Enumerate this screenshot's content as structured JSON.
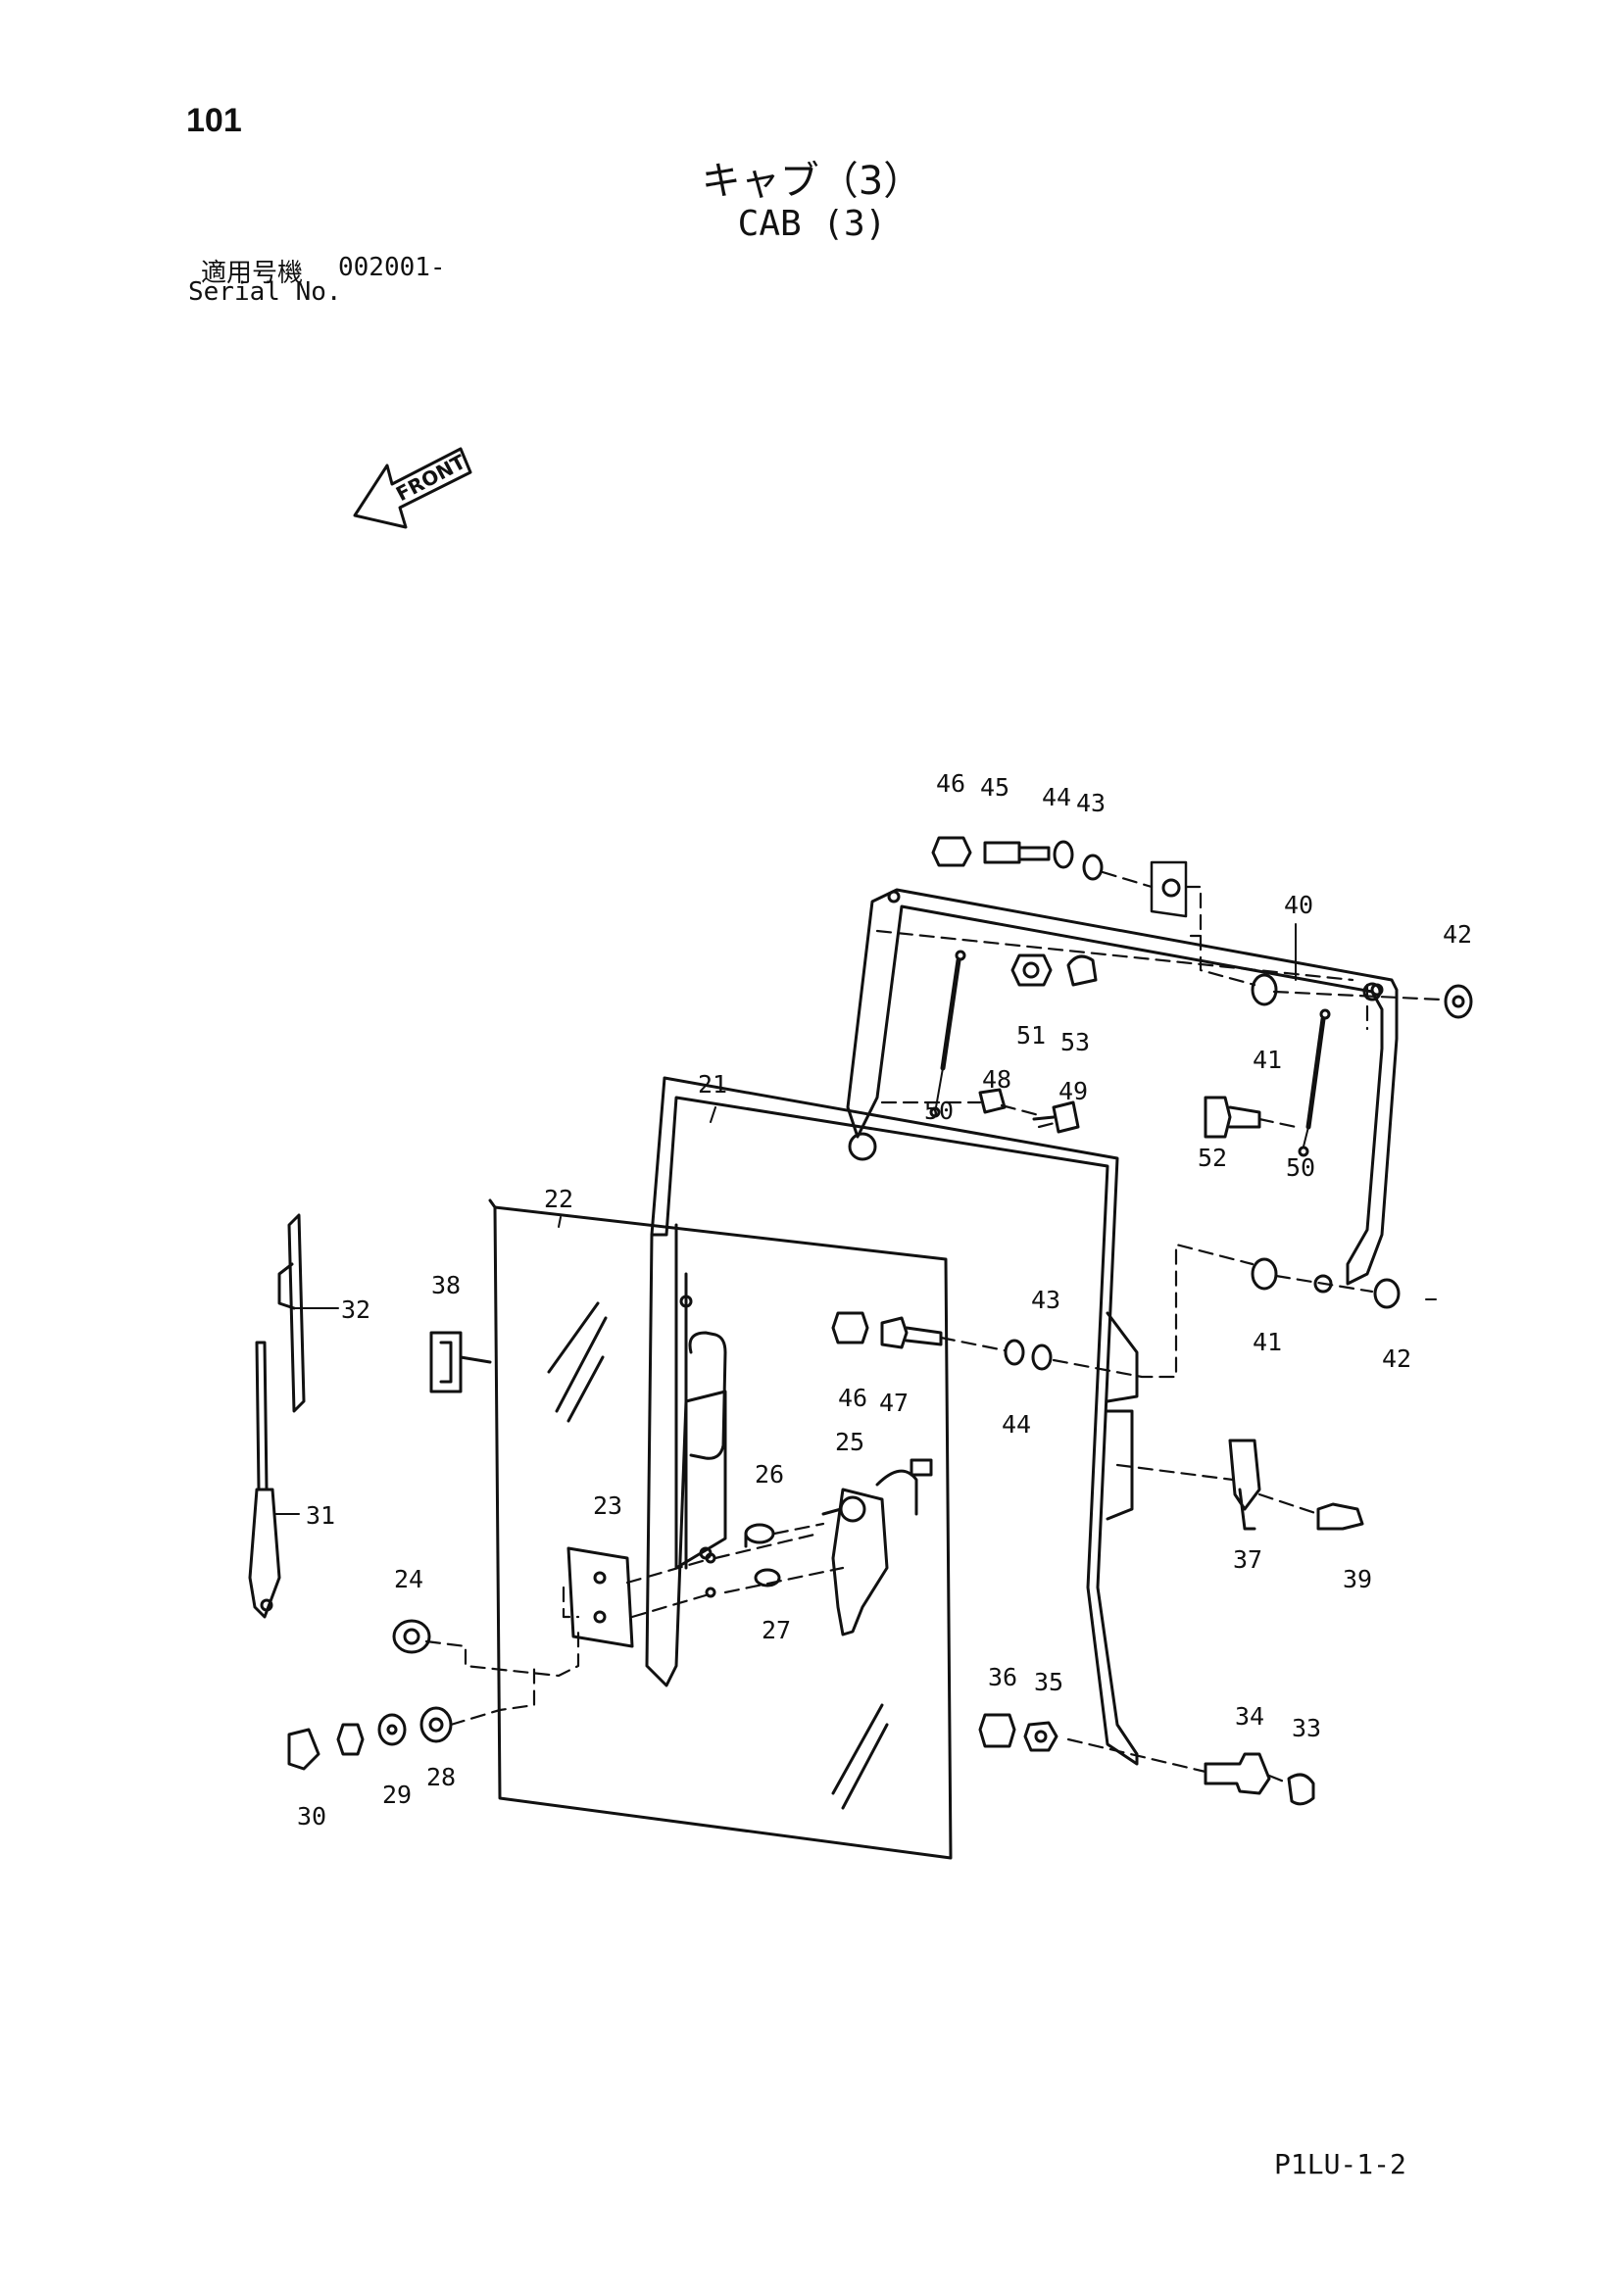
{
  "header": {
    "page_number": "101",
    "title_jp": "キャブ（3）",
    "title_en": "CAB (3)",
    "serial_label_jp": "適用号機",
    "serial_value": "002001-",
    "serial_label_en": "Serial No."
  },
  "front_indicator": {
    "label": "FRONT",
    "icon": "front-arrow-icon"
  },
  "callouts": [
    "46",
    "45",
    "44",
    "43",
    "40",
    "42",
    "51",
    "53",
    "41",
    "50",
    "48",
    "49",
    "21",
    "52",
    "50",
    "22",
    "32",
    "38",
    "43",
    "46",
    "47",
    "44",
    "41",
    "42",
    "25",
    "26",
    "23",
    "37",
    "39",
    "24",
    "27",
    "31",
    "36",
    "35",
    "34",
    "33",
    "30",
    "29",
    "28"
  ],
  "footer": {
    "page_code": "P1LU-1-2"
  }
}
